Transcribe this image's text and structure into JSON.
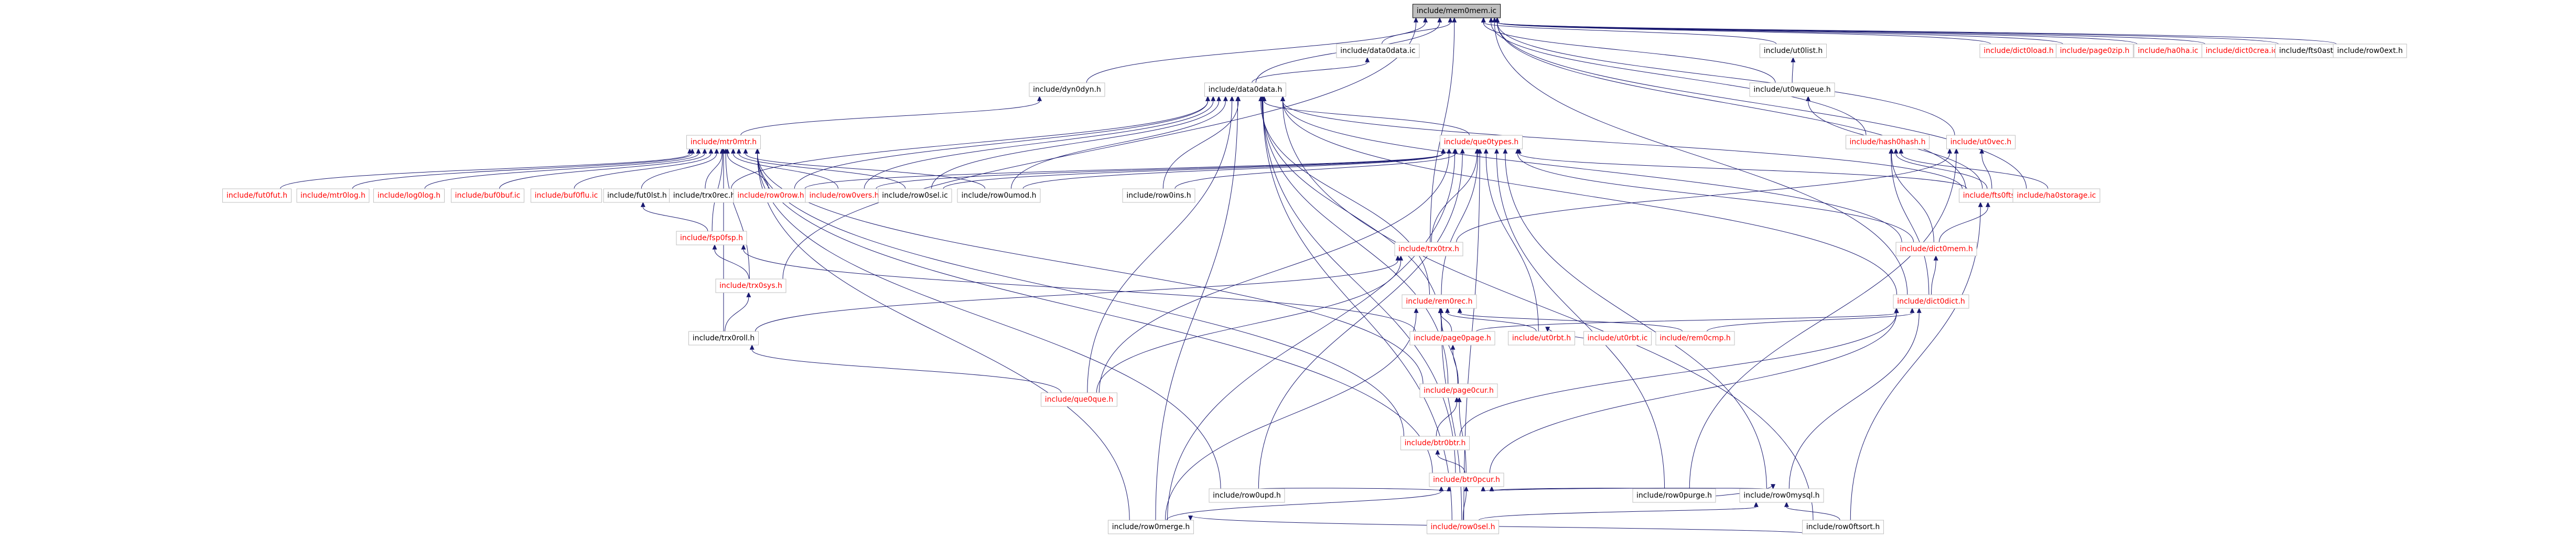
{
  "colors": {
    "edge": "#191970",
    "root_fill": "#bfbfbf",
    "node_border": "#bfbfbf",
    "text_black": "#000000",
    "text_red": "#ff0000"
  },
  "nodes": [
    {
      "id": "n0",
      "label": "include/mem0mem.ic",
      "red": false,
      "root": true
    },
    {
      "id": "n1",
      "label": "include/data0data.ic",
      "red": false
    },
    {
      "id": "n2",
      "label": "include/dyn0dyn.h",
      "red": false
    },
    {
      "id": "n3",
      "label": "include/data0data.h",
      "red": false
    },
    {
      "id": "n4",
      "label": "include/ut0list.h",
      "red": false
    },
    {
      "id": "n5",
      "label": "include/ut0wqueue.h",
      "red": false
    },
    {
      "id": "n6",
      "label": "include/dict0load.h",
      "red": true
    },
    {
      "id": "n7",
      "label": "include/page0zip.h",
      "red": true
    },
    {
      "id": "n8",
      "label": "include/ha0ha.ic",
      "red": true
    },
    {
      "id": "n9",
      "label": "include/dict0crea.ic",
      "red": true
    },
    {
      "id": "n10",
      "label": "include/fts0ast.h",
      "red": false
    },
    {
      "id": "n11",
      "label": "include/row0ext.h",
      "red": false
    },
    {
      "id": "n12",
      "label": "include/mtr0mtr.h",
      "red": true
    },
    {
      "id": "n13",
      "label": "include/que0types.h",
      "red": true
    },
    {
      "id": "n14",
      "label": "include/hash0hash.h",
      "red": true
    },
    {
      "id": "n15",
      "label": "include/ut0vec.h",
      "red": true
    },
    {
      "id": "n16",
      "label": "include/fut0fut.h",
      "red": true
    },
    {
      "id": "n17",
      "label": "include/mtr0log.h",
      "red": true
    },
    {
      "id": "n18",
      "label": "include/log0log.h",
      "red": true
    },
    {
      "id": "n19",
      "label": "include/buf0buf.ic",
      "red": true
    },
    {
      "id": "n20",
      "label": "include/buf0flu.ic",
      "red": true
    },
    {
      "id": "n21",
      "label": "include/fut0lst.h",
      "red": false
    },
    {
      "id": "n22",
      "label": "include/trx0rec.h",
      "red": false
    },
    {
      "id": "n23",
      "label": "include/row0row.h",
      "red": true
    },
    {
      "id": "n24",
      "label": "include/row0vers.h",
      "red": true
    },
    {
      "id": "n25",
      "label": "include/row0sel.ic",
      "red": false
    },
    {
      "id": "n26",
      "label": "include/row0umod.h",
      "red": false
    },
    {
      "id": "n27",
      "label": "include/row0ins.h",
      "red": false
    },
    {
      "id": "n28",
      "label": "include/fts0fts.h",
      "red": true
    },
    {
      "id": "n29",
      "label": "include/ha0storage.ic",
      "red": true
    },
    {
      "id": "n30",
      "label": "include/fsp0fsp.h",
      "red": true
    },
    {
      "id": "n31",
      "label": "include/trx0trx.h",
      "red": true
    },
    {
      "id": "n32",
      "label": "include/dict0mem.h",
      "red": true
    },
    {
      "id": "n33",
      "label": "include/trx0sys.h",
      "red": true
    },
    {
      "id": "n34",
      "label": "include/rem0rec.h",
      "red": true
    },
    {
      "id": "n35",
      "label": "include/dict0dict.h",
      "red": true
    },
    {
      "id": "n36",
      "label": "include/trx0roll.h",
      "red": false
    },
    {
      "id": "n37",
      "label": "include/page0page.h",
      "red": true
    },
    {
      "id": "n38",
      "label": "include/ut0rbt.h",
      "red": true
    },
    {
      "id": "n39",
      "label": "include/ut0rbt.ic",
      "red": true
    },
    {
      "id": "n40",
      "label": "include/rem0cmp.h",
      "red": true
    },
    {
      "id": "n41",
      "label": "include/page0cur.h",
      "red": true
    },
    {
      "id": "n42",
      "label": "include/que0que.h",
      "red": true
    },
    {
      "id": "n43",
      "label": "include/btr0btr.h",
      "red": true
    },
    {
      "id": "n44",
      "label": "include/btr0pcur.h",
      "red": true
    },
    {
      "id": "n45",
      "label": "include/row0upd.h",
      "red": false
    },
    {
      "id": "n46",
      "label": "include/row0purge.h",
      "red": false
    },
    {
      "id": "n47",
      "label": "include/row0mysql.h",
      "red": false
    },
    {
      "id": "n48",
      "label": "include/row0merge.h",
      "red": false
    },
    {
      "id": "n49",
      "label": "include/row0sel.h",
      "red": true
    },
    {
      "id": "n50",
      "label": "include/row0ftsort.h",
      "red": false
    }
  ]
}
